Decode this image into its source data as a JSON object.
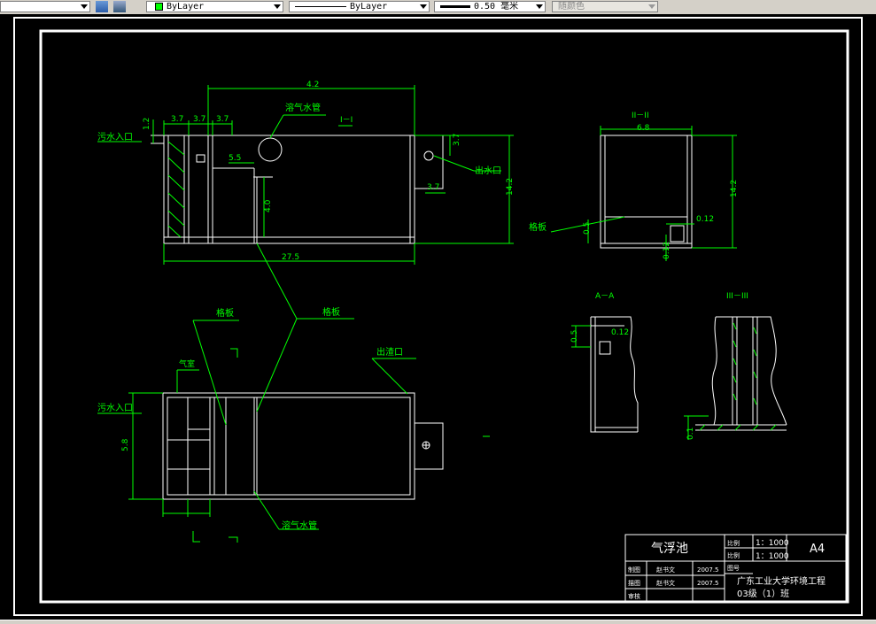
{
  "toolbar": {
    "color": "ByLayer",
    "linetype": "ByLayer",
    "lineweight": "0.50 毫米",
    "plotstyle": "随颜色"
  },
  "title_block": {
    "drawing_name": "气浮池",
    "ratio_label_1": "比例",
    "ratio_value_1": "1：1000",
    "ratio_label_2": "比例",
    "ratio_value_2": "1：1000",
    "sheet_size": "A4",
    "row_draw": "制图",
    "row_check": "描图",
    "row_review": "审核",
    "designer_1": "赵书文",
    "designer_2": "赵书文",
    "date_1": "2007.5",
    "date_2": "2007.5",
    "sheet_no": "图号",
    "school": "广东工业大学环境工程",
    "class_name": "03级（1）班"
  },
  "labels": {
    "dim_top": "4.2",
    "dim_12": "1.2",
    "dim_37a": "3.7",
    "dim_37b": "3.7",
    "dim_37c": "3.7",
    "dissolved_pipe_1": "溶气水管",
    "section_1": "I－I",
    "inlet_1": "污水入口",
    "outlet_water": "出水口",
    "dim_55": "5.5",
    "dim_40": "4.0",
    "dim_37r": "3.7",
    "dim_37r2": "3.7",
    "dim_142": "14.2",
    "dim_275": "27.5",
    "grid_plate_r": "格板",
    "section_2": "II－II",
    "dim_68": "6.8",
    "dim_142b": "14.2",
    "dim_012": "0.12",
    "dim_05": "0.5",
    "dim_012b": "0.12",
    "grid_plate_1": "格板",
    "grid_plate_2": "格板",
    "outlet_slag": "出渣口",
    "gas_room": "气室",
    "inlet_2": "污水入口",
    "dim_58": "5.8",
    "dissolved_pipe_2": "溶气水管",
    "section_aa": "A－A",
    "section_3": "III－III",
    "dim_05b": "0.5",
    "dim_012c": "0.12",
    "dim_01": "0.1"
  }
}
